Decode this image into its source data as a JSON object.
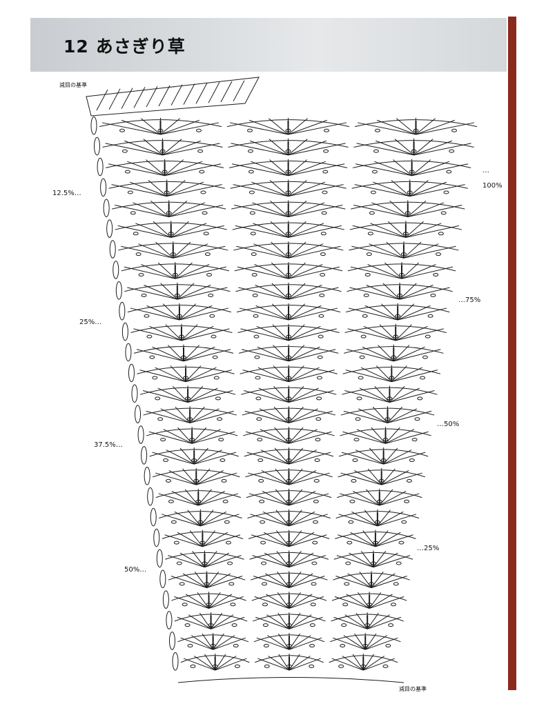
{
  "header": {
    "number": "12",
    "title": "あさぎり草"
  },
  "diagram": {
    "top_note": "減目の基準",
    "bottom_note": "減目の基準",
    "left_labels": [
      "12.5%…",
      "25%…",
      "37.5%…",
      "50%…"
    ],
    "right_labels": [
      "…",
      "100%",
      "…75%",
      "…50%",
      "…25%"
    ],
    "rows": 27,
    "fans_per_row": 3
  },
  "colors": {
    "header_band": "#d3d6d9",
    "side_bar": "#8a2a1c",
    "ink": "#1a1a1a"
  }
}
